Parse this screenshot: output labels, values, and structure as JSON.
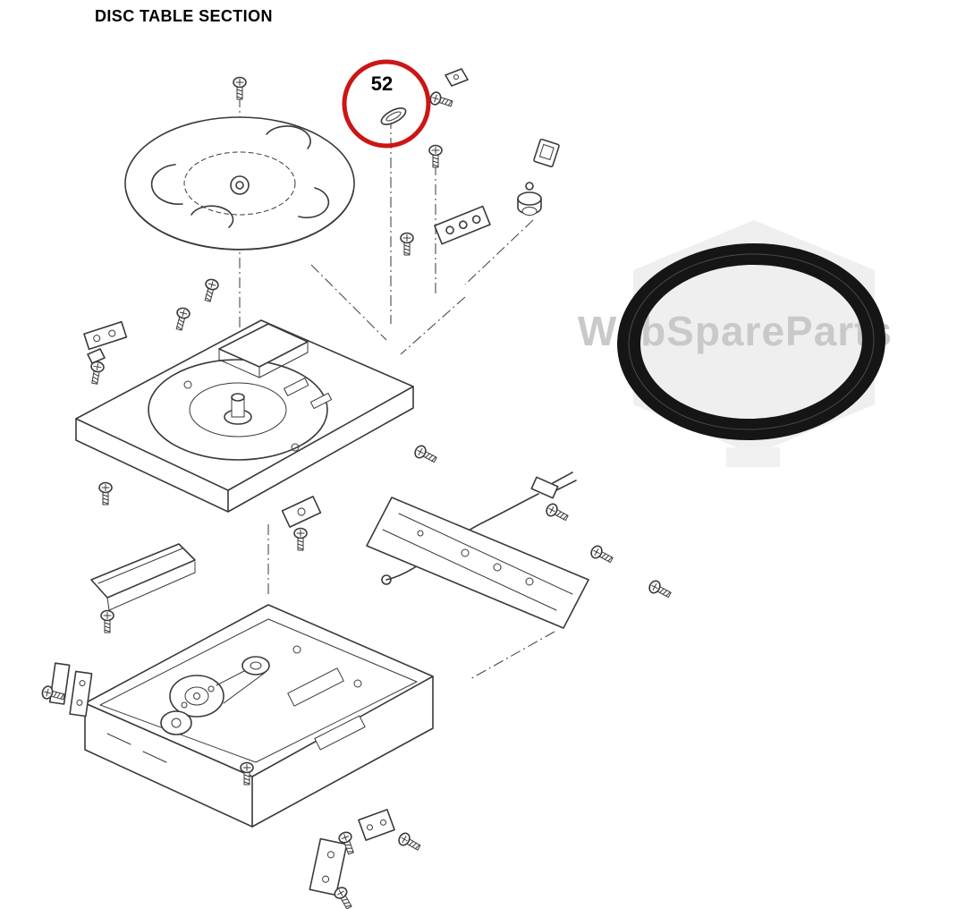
{
  "page": {
    "title": "DISC TABLE SECTION"
  },
  "callout": {
    "number": "52",
    "color": "#cc1615"
  },
  "watermark": {
    "text": "WebSpareParts",
    "color": "#c9c9c9",
    "shield_color": "#efefef"
  },
  "diagram": {
    "belt_color": "#151515",
    "line_color": "#3a3a3a"
  }
}
